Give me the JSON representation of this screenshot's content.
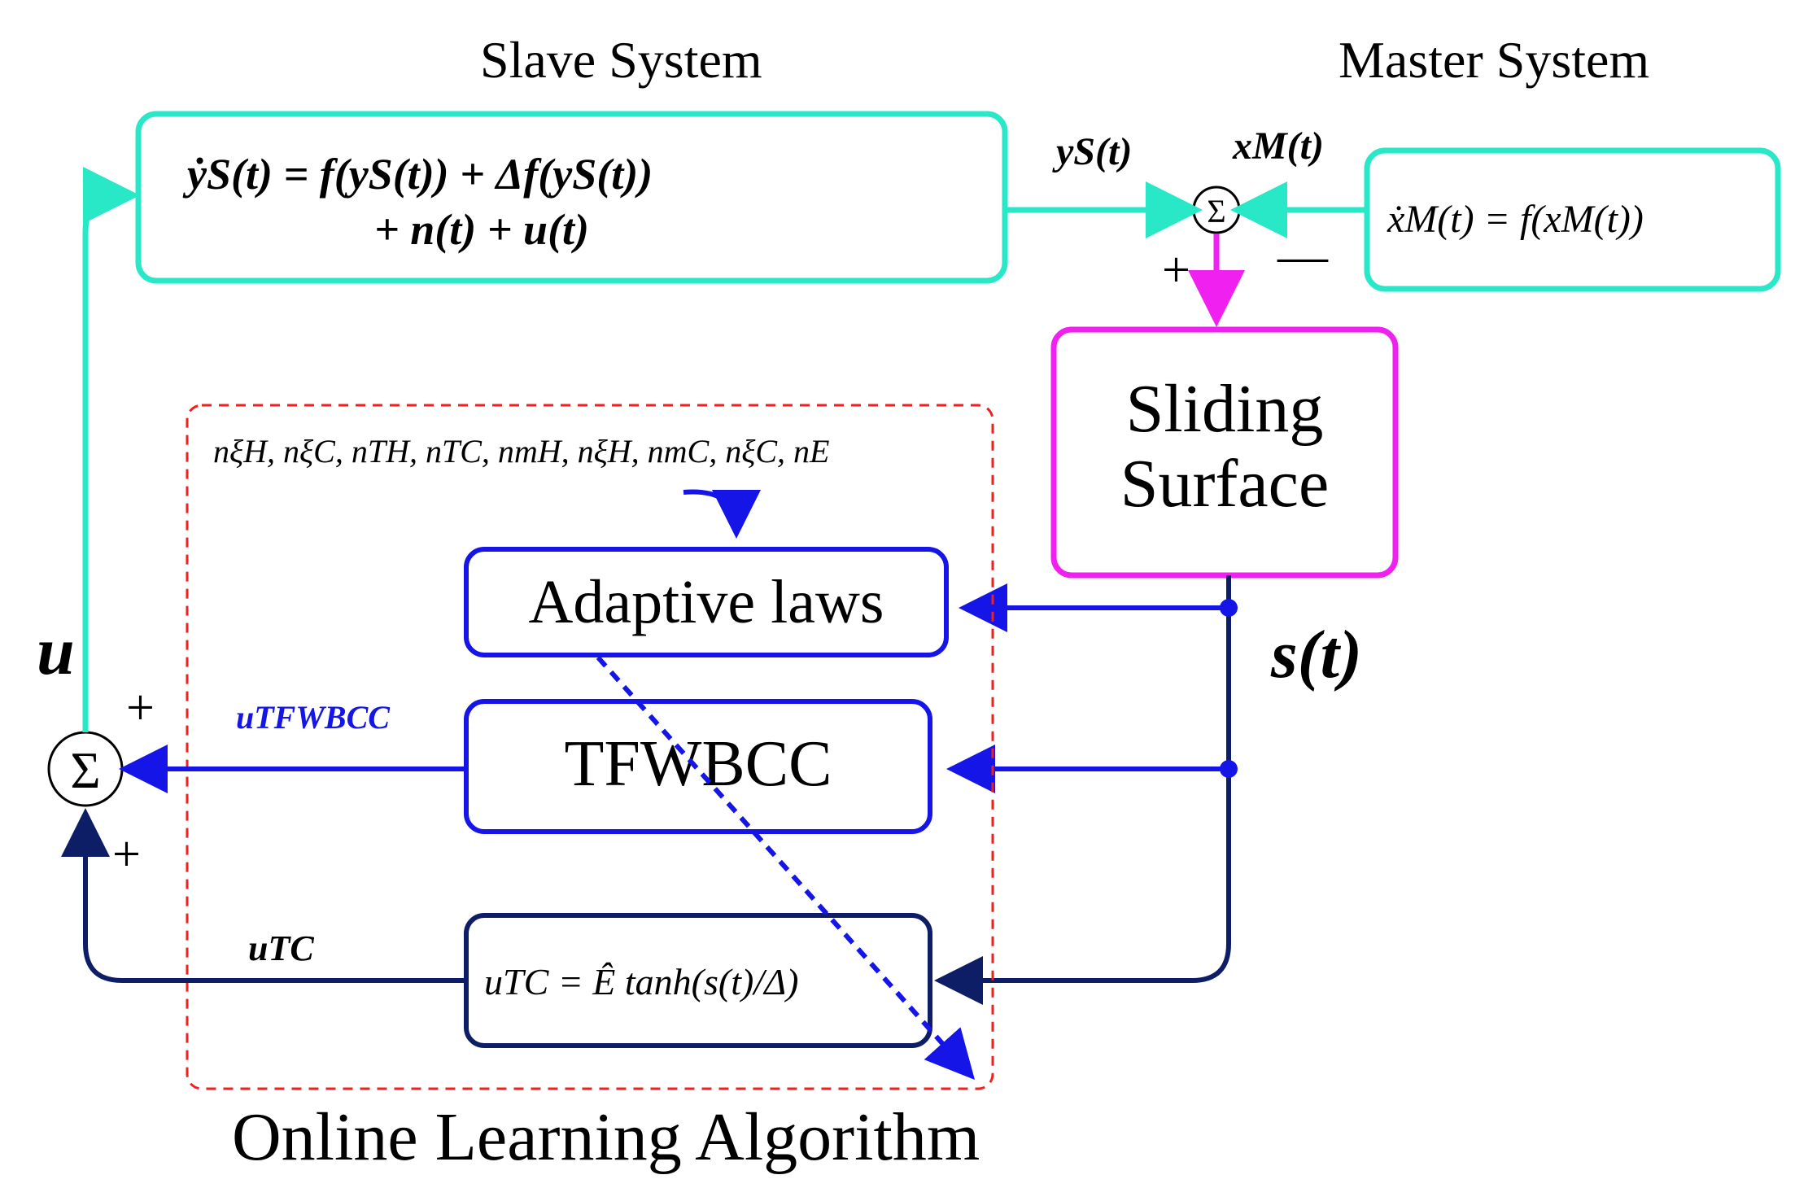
{
  "titles": {
    "slave": "Slave System",
    "master": "Master System",
    "online": "Online Learning Algorithm"
  },
  "slave_eq": {
    "line1": "ẏS(t) = f(yS(t)) + Δf(yS(t))",
    "line2": "+ n(t) + u(t)"
  },
  "master_eq": "ẋM(t) = f(xM(t))",
  "signals": {
    "ys": "yS(t)",
    "xm": "xM(t)",
    "s": "s(t)",
    "u": "u",
    "u_tfwbcc": "uTFWBCC",
    "u_tc": "uTC",
    "params": "nξH, nξC, nTH, nTC, nmH, nξH, nmC, nξC, nE"
  },
  "blocks": {
    "sliding_line1": "Sliding",
    "sliding_line2": "Surface",
    "adaptive": "Adaptive laws",
    "tfwbcc": "TFWBCC",
    "utc_eq": "uTC = Ê tanh(s(t)/Δ)"
  },
  "summers": {
    "top_symbol": "Σ",
    "left_symbol": "Σ",
    "top_plus": "+",
    "top_minus": "—",
    "left_plus_top": "+",
    "left_plus_bottom": "+"
  },
  "colors": {
    "cyan": "#28e8c8",
    "magenta": "#f020f0",
    "blue": "#1515e8",
    "navy": "#0d1e66",
    "red_dash": "#f02020"
  }
}
